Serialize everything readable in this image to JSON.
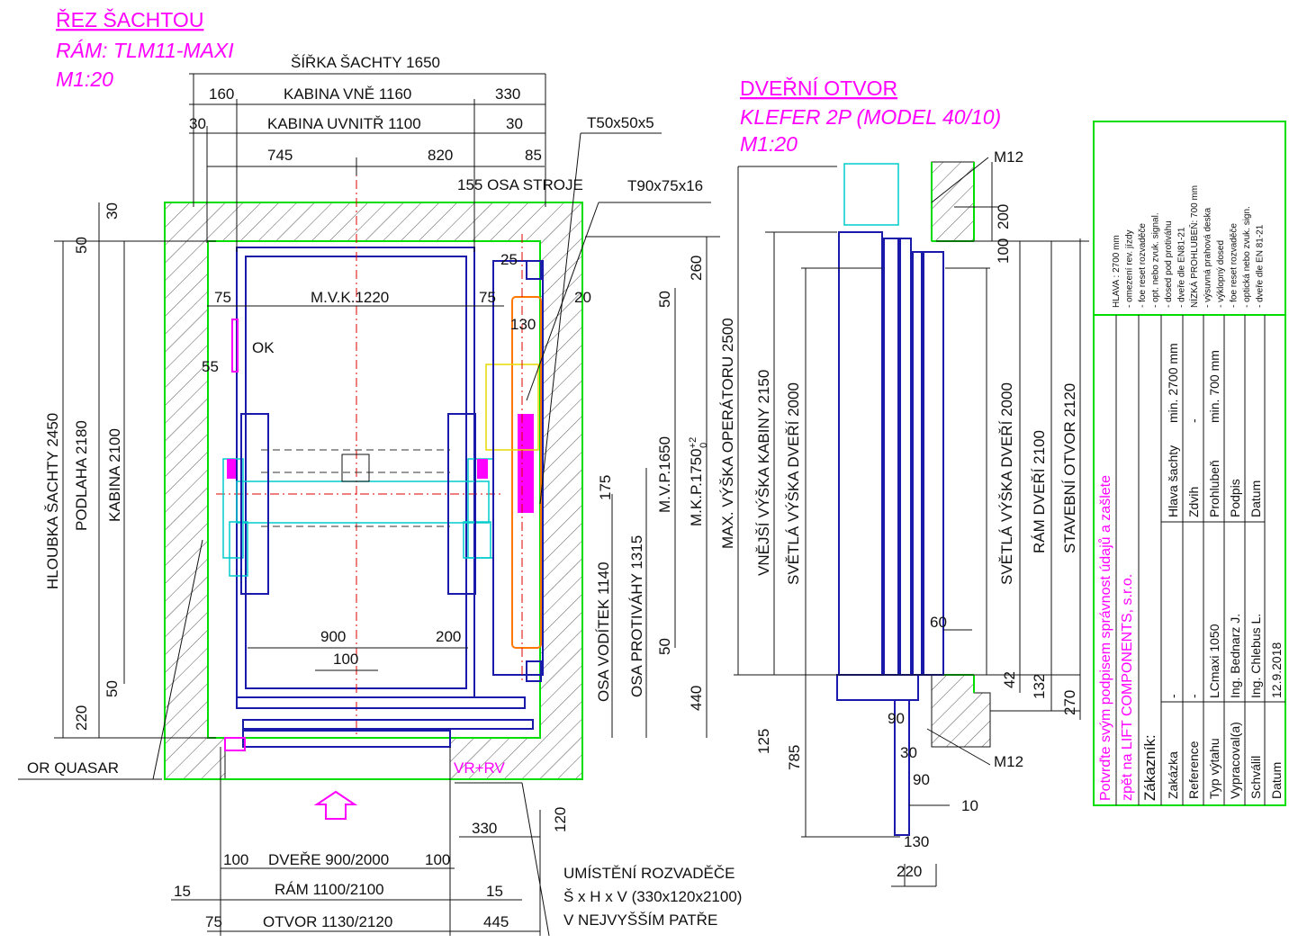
{
  "plan": {
    "title": "ŘEZ ŠACHTOU",
    "frame": "RÁM: TLM11-MAXI",
    "scale": "M1:20",
    "labels": {
      "shaft_width": "ŠÍŘKA ŠACHTY 1650",
      "cab_out_left": "160",
      "cab_out": "KABINA VNĚ 1160",
      "cab_out_right": "330",
      "cab_in_left": "30",
      "cab_in": "KABINA UVNITŘ 1100",
      "cab_in_right": "30",
      "axis_left": "745",
      "axis_right": "820",
      "top_85": "85",
      "t50": "T50x50x5",
      "machine_axis": "155 OSA STROJE",
      "t90": "T90x75x16",
      "d25": "25",
      "d75a": "75",
      "mvk": "M.V.K.1220",
      "d75b": "75",
      "d20": "20",
      "d130": "130",
      "ok": "OK",
      "d55": "55",
      "d260": "260",
      "d50r1": "50",
      "mvp": "M.V.P.1650",
      "mkp": "M.K.P.1750",
      "mkp_tol": "+2",
      "mkp_tol_low": "0",
      "d175": "175",
      "guide_axis": "OSA VODÍTEK 1140",
      "cw_axis": "OSA PROTIVÁHY 1315",
      "d50r2": "50",
      "d440": "440",
      "shaft_depth": "HLOUBKA ŠACHTY 2450",
      "floor": "PODLAHA 2180",
      "cabin": "KABINA 2100",
      "d30l": "30",
      "d50l1": "50",
      "d50l2": "50",
      "d220l": "220",
      "d900": "900",
      "d200": "200",
      "d100c": "100",
      "or_quasar": "OR QUASAR",
      "vr_rv": "VR+RV",
      "d120": "120",
      "d330b": "330",
      "d100l": "100",
      "doors": "DVEŘE 900/2000",
      "d100r": "100",
      "d15l": "15",
      "frame_dim": "RÁM 1100/2100",
      "d15r": "15",
      "d75c": "75",
      "opening": "OTVOR 1130/2120",
      "d445": "445",
      "panel1": "UMÍSTĚNÍ ROZVADĚČE",
      "panel2": "Š x H x V (330x120x2100)",
      "panel3": "V NEJVYŠŠÍM PATŘE"
    }
  },
  "section": {
    "title": "DVEŘNÍ OTVOR",
    "model": "KLEFER 2P (MODEL 40/10)",
    "scale": "M1:20",
    "labels": {
      "m12_top": "M12",
      "d100": "100",
      "d200": "200",
      "operator": "MAX. VÝŠKA OPERÁTORU 2500",
      "outer_cab": "VNĚJŠÍ VÝŠKA KABINY 2150",
      "clear_door_l": "SVĚTLÁ VÝŠKA DVEŘÍ 2000",
      "clear_door_r": "SVĚTLÁ VÝŠKA DVEŘÍ 2000",
      "door_frame": "RÁM DVEŘÍ 2100",
      "build_opening": "STAVEBNÍ OTVOR 2120",
      "d60": "60",
      "d42": "42",
      "d132": "132",
      "d270": "270",
      "d90a": "90",
      "d125": "125",
      "d785": "785",
      "d30": "30",
      "m12_bottom": "M12",
      "d90b": "90",
      "d10": "10",
      "d130": "130",
      "d220": "220"
    }
  },
  "titleblock": {
    "notes": [
      "HLAVA : 2700 mm",
      "- omezení rev. jízdy",
      "- foe reset rozvaděče",
      "- opt. nebo zvuk. signal.",
      "- dosed pod protiváhu",
      "- dveře dle EN81-21",
      "NÍZKÁ PROHLUBEŇ: 700 mm",
      "- výsuvná prahová deska",
      "- výklopný dosed",
      "- foe reset rozvaděče",
      "- optická nebo zvuk. sign.",
      "- dveře dle EN 81-21"
    ],
    "customer_label": "Zákazník:",
    "rows": [
      {
        "label": "Zakázka",
        "value": "-"
      },
      {
        "label": "Reference",
        "value": "-"
      },
      {
        "label": "Typ výtahu",
        "value": "LCmaxi 1050"
      },
      {
        "label": "Vypracoval(a)",
        "value": "Ing. Bednarz J."
      },
      {
        "label": "Schválil",
        "value": "Ing. Chlebus L."
      },
      {
        "label": "Datum",
        "value": "12.9.2018"
      }
    ],
    "params": [
      {
        "label": "Hlava šachty",
        "value": "min. 2700 mm"
      },
      {
        "label": "Zdvih",
        "value": "-"
      },
      {
        "label": "Prohlubeň",
        "value": "min. 700 mm"
      },
      {
        "label": "Podpis",
        "value": ""
      },
      {
        "label": "Datum",
        "value": ""
      }
    ],
    "confirm1": "Potvrďte svým podpisem správnost údajů a zašlete",
    "confirm2": "zpět na LIFT COMPONENTS, s.r.o."
  }
}
